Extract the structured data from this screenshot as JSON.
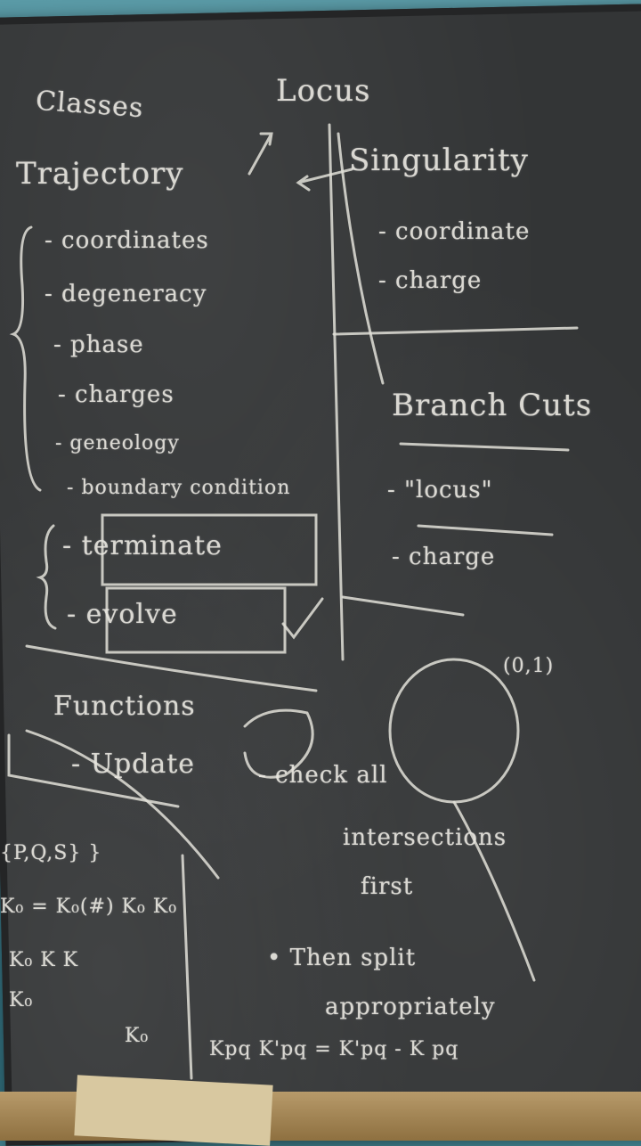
{
  "board": {
    "classes": "Classes",
    "locus": "Locus",
    "trajectory": {
      "title": "Trajectory",
      "items": [
        "- coordinates",
        "- degeneracy",
        "- phase",
        "- charges",
        "- geneology",
        "- boundary condition"
      ],
      "sub_items": [
        "- terminate",
        "- evolve"
      ]
    },
    "singularity": {
      "title": "Singularity",
      "items": [
        "- coordinate",
        "- charge"
      ]
    },
    "branch_cuts": {
      "title": "Branch Cuts",
      "items": [
        "- \"locus\"",
        "- charge"
      ]
    },
    "functions": {
      "title": "Functions",
      "items": [
        "- Update"
      ]
    },
    "notes": {
      "check": "- check all",
      "intersections": "intersections",
      "first": "first",
      "then_split": "• Then split",
      "appropriately": "appropriately",
      "coord": "(0,1)"
    },
    "formulas": [
      "{P,Q,S} }",
      "K₀ = K₀(#) K₀ K₀",
      "K₀ K K",
      "K₀",
      "K₀",
      "Kpq K'pq = K'pq - K pq"
    ]
  }
}
